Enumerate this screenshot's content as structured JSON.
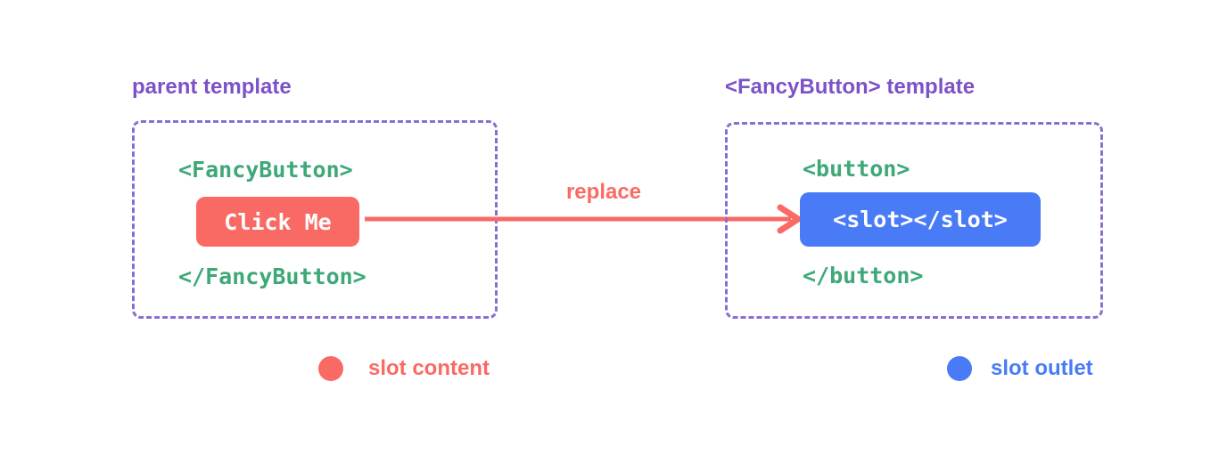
{
  "colors": {
    "red": "#fa6a64",
    "blue": "#4a7bf7",
    "purple_title": "#7b52c7",
    "purple_border": "#8a6fd1",
    "green": "#3ea878",
    "code_text_on_pill": "#ffffff"
  },
  "parent_template": {
    "title": "parent template",
    "open_tag": "<FancyButton>",
    "button_label": "Click Me",
    "close_tag": "</FancyButton>"
  },
  "fancy_button_template": {
    "title": "<FancyButton> template",
    "open_tag": "<button>",
    "slot_code": "<slot></slot>",
    "close_tag": "</button>"
  },
  "arrow": {
    "label": "replace"
  },
  "legend": {
    "slot_content_label": "slot content",
    "slot_outlet_label": "slot outlet"
  }
}
